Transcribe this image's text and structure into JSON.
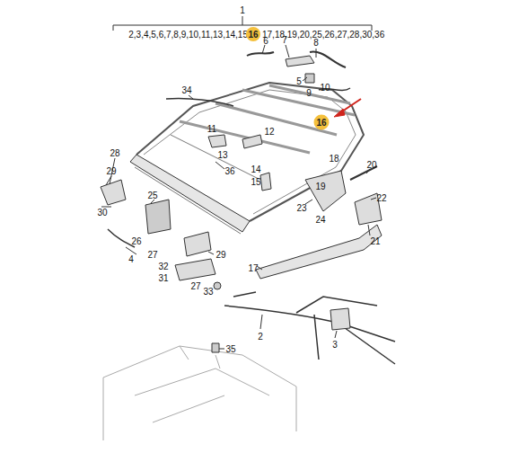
{
  "diagram": {
    "nodes": [
      {
        "text": [
          "16"
        ]
      },
      {
        "text": [
          "16"
        ]
      }
    ],
    "labels": [
      "1",
      "2,3,4,5,6,7,8,9,10,11,13,14,15",
      "17,18,19,20,25,26,27,28,30,36",
      "6",
      "7",
      "8",
      "5",
      "9",
      "10",
      "34",
      "11",
      "12",
      "13",
      "14",
      "15",
      "18",
      "19",
      "20",
      "22",
      "23",
      "24",
      "21",
      "28",
      "29",
      "30",
      "25",
      "36",
      "26",
      "27",
      "4",
      "29",
      "27",
      "32",
      "31",
      "33",
      "17",
      "2",
      "3",
      "35"
    ]
  }
}
